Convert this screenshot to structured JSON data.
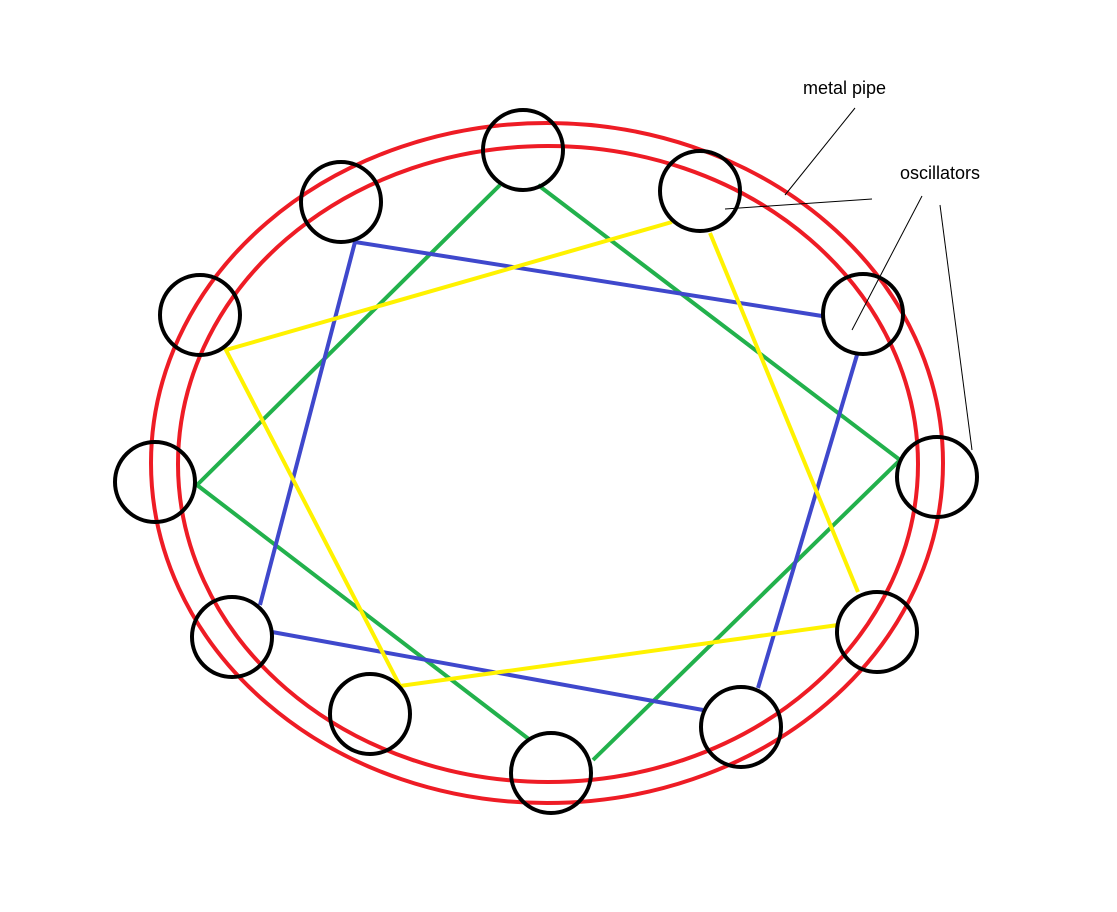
{
  "labels": {
    "metal_pipe": "metal pipe",
    "oscillators": "oscillators"
  },
  "colors": {
    "pipe": "#ee1c25",
    "oscillator": "#000000",
    "green": "#22b14c",
    "blue": "#3f48cc",
    "yellow": "#fff200"
  },
  "oscillator_count": 12
}
